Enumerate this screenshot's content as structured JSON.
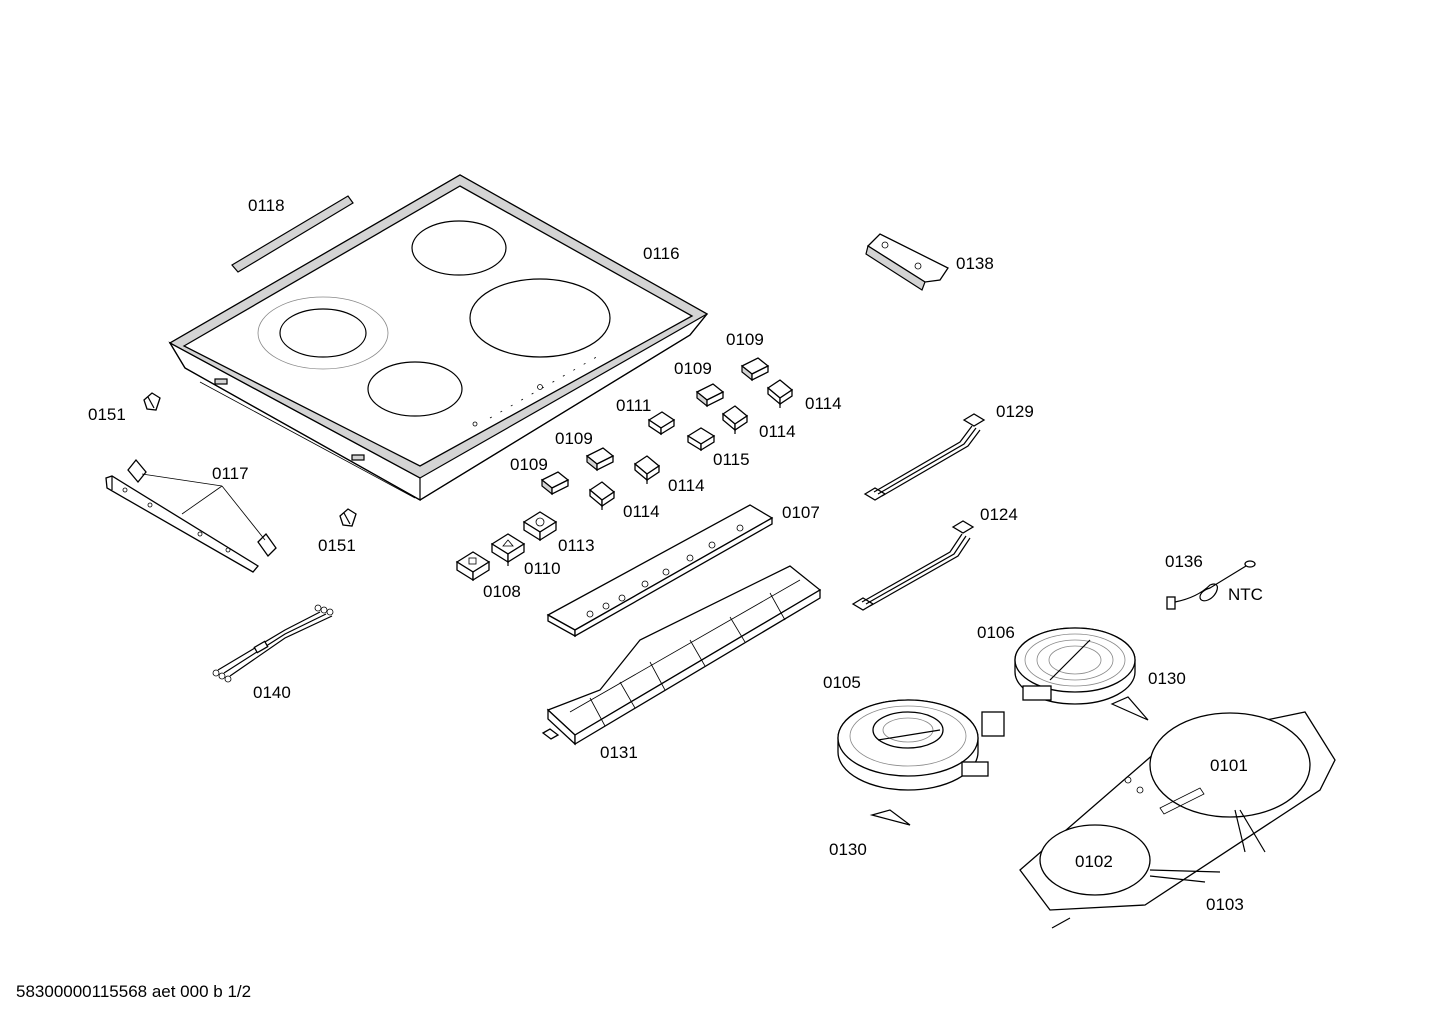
{
  "diagram": {
    "labels": {
      "p0118": "0118",
      "p0116": "0116",
      "p0138": "0138",
      "p0109_a": "0109",
      "p0109_b": "0109",
      "p0109_c": "0109",
      "p0109_d": "0109",
      "p0114_a": "0114",
      "p0114_b": "0114",
      "p0114_c": "0114",
      "p0114_d": "0114",
      "p0111": "0111",
      "p0115": "0115",
      "p0129": "0129",
      "p0151_a": "0151",
      "p0151_b": "0151",
      "p0117": "0117",
      "p0113": "0113",
      "p0110": "0110",
      "p0108": "0108",
      "p0107": "0107",
      "p0124": "0124",
      "p0136": "0136",
      "ntc": "NTC",
      "p0106": "0106",
      "p0130_a": "0130",
      "p0130_b": "0130",
      "p0105": "0105",
      "p0140": "0140",
      "p0131": "0131",
      "p0101": "0101",
      "p0102": "0102",
      "p0103": "0103"
    },
    "footer": "58300000115568 aet 000 b 1/2"
  }
}
